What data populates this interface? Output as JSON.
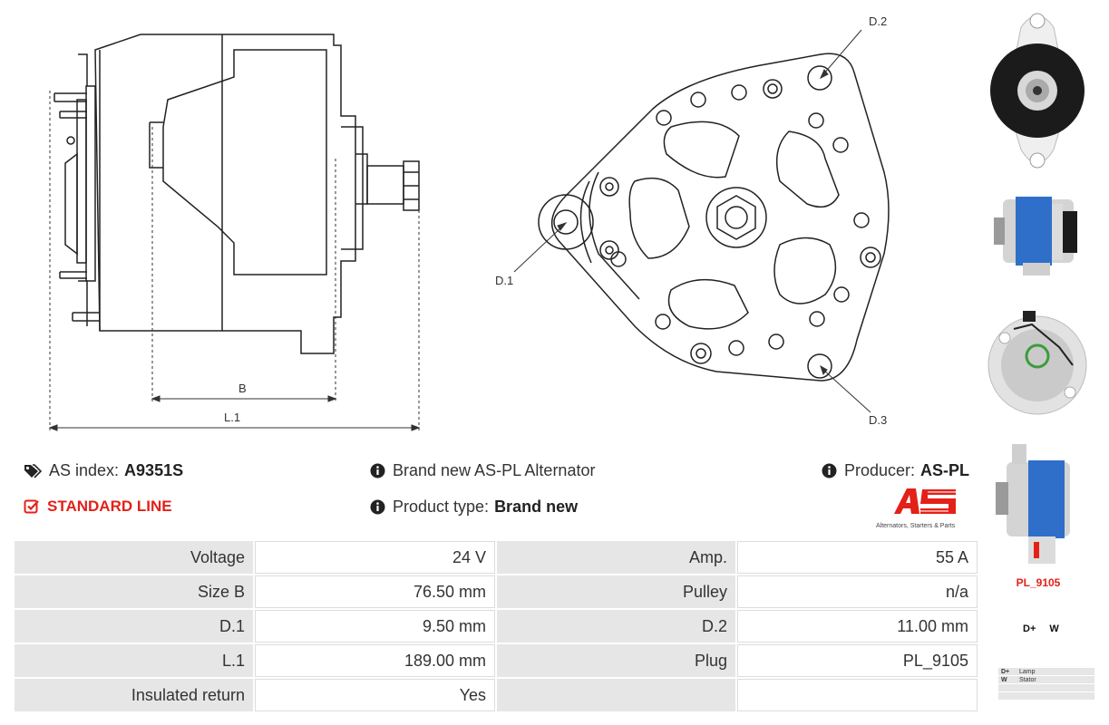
{
  "dimensions": {
    "b": "B",
    "l1": "L.1",
    "d1": "D.1",
    "d2": "D.2",
    "d3": "D.3"
  },
  "info": {
    "as_index_label": "AS index:",
    "as_index_value": "A9351S",
    "line": "STANDARD LINE",
    "description": "Brand new AS-PL Alternator",
    "product_type_label": "Product type:",
    "product_type_value": "Brand new",
    "producer_label": "Producer:",
    "producer_value": "AS-PL"
  },
  "logo": {
    "text": "AS",
    "tagline": "Alternators, Starters & Parts",
    "color": "#e32119"
  },
  "specs": [
    {
      "k1": "Voltage",
      "v1": "24 V",
      "k2": "Amp.",
      "v2": "55 A"
    },
    {
      "k1": "Size B",
      "v1": "76.50 mm",
      "k2": "Pulley",
      "v2": "n/a"
    },
    {
      "k1": "D.1",
      "v1": "9.50 mm",
      "k2": "D.2",
      "v2": "11.00 mm"
    },
    {
      "k1": "L.1",
      "v1": "189.00 mm",
      "k2": "Plug",
      "v2": "PL_9105"
    },
    {
      "k1": "Insulated return",
      "v1": "Yes",
      "k2": "",
      "v2": ""
    }
  ],
  "plug": {
    "id": "PL_9105",
    "pins": "D+ W",
    "legend": [
      {
        "pin": "D+",
        "desc": "Lamp"
      },
      {
        "pin": "W",
        "desc": "Stator"
      },
      {
        "pin": "",
        "desc": ""
      },
      {
        "pin": "",
        "desc": ""
      }
    ]
  },
  "colors": {
    "accent": "#e32119",
    "cell_bg": "#e6e6e6",
    "stator_blue": "#2f6fc9"
  }
}
